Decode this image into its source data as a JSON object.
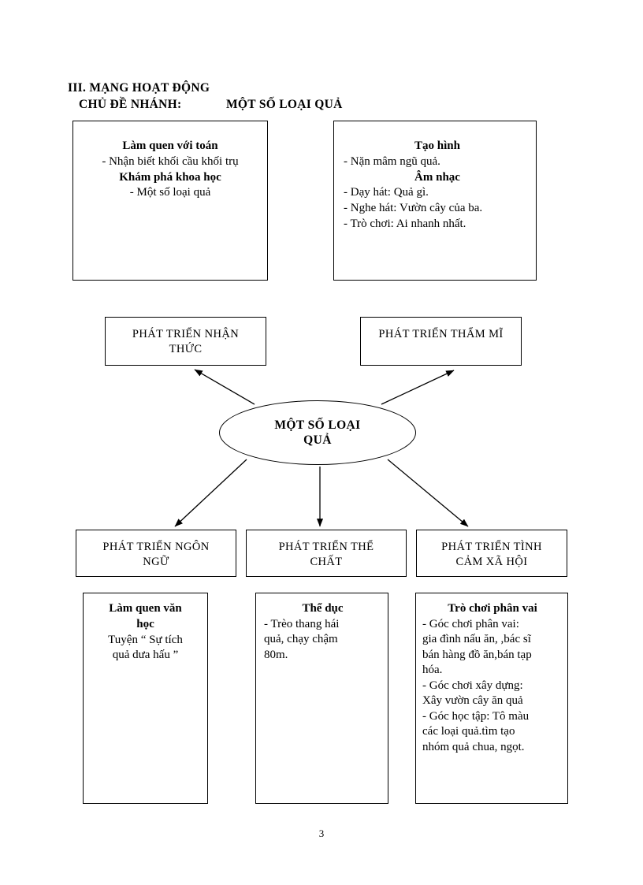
{
  "page": {
    "number": "3",
    "heading_line1": "III. MẠNG HOẠT ĐỘNG",
    "heading_line2_label": "CHỦ ĐỀ NHÁNH:",
    "heading_line2_value": "MỘT SỐ LOẠI QUẢ"
  },
  "center": {
    "line1": "MỘT SỐ LOẠI",
    "line2": "QUẢ"
  },
  "domains": {
    "nhan_thuc": {
      "line1": "PHÁT  TRIỂN NHẬN",
      "line2": "THỨC"
    },
    "tham_mi": {
      "line1": "PHÁT  TRIỂN THẨM MĨ",
      "line2": ""
    },
    "ngon_ngu": {
      "line1": "PHÁT  TRIỂN NGÔN",
      "line2": "NGỮ"
    },
    "the_chat": {
      "line1": "PHÁT  TRIỂN THỂ",
      "line2": "CHẤT"
    },
    "tinh_cam": {
      "line1": "PHÁT  TRIỂN TÌNH",
      "line2": "CẢM XÃ HỘI"
    }
  },
  "activities": {
    "math": {
      "title1": "Làm quen với toán",
      "item1": "- Nhận  biết khối  cầu khối trụ",
      "title2": "Khám phá khoa học",
      "item2": "- Một số loại  quả"
    },
    "art": {
      "title1": "Tạo hình",
      "item1": "- Nặn mâm ngũ  quả.",
      "title2": "Âm nhạc",
      "item2": "- Dạy hát:  Quả gì.",
      "item3": "- Nghe hát:  Vườn cây của ba.",
      "item4": "- Trò chơi: Ai nhanh nhất."
    },
    "vanhoc": {
      "title1": "Làm quen văn",
      "title2": "học",
      "item1": "Tuyện “ Sự tích",
      "item2": "quả dưa hấu ”"
    },
    "theduc": {
      "title1": "Thể dục",
      "item1": "- Trèo thang hái",
      "item2": "quả, chạy chậm",
      "item3": "80m."
    },
    "troichoi": {
      "title1": "Trò chơi phân vai",
      "item1": "- Góc chơi phân vai:",
      "item2": "gia  đình nấu  ăn, ,bác sĩ",
      "item3": "bán hàng  đồ ăn,bán tạp",
      "item4": "hóa.",
      "item5": "- Góc chơi xây dựng:",
      "item6": "Xây vườn  cây ăn  quả",
      "item7": "- Góc học tập:  Tô màu",
      "item8": "các loại  quả.tìm tạo",
      "item9": "nhóm quả chua, ngọt."
    }
  },
  "colors": {
    "ink": "#000000",
    "paper": "#ffffff"
  }
}
